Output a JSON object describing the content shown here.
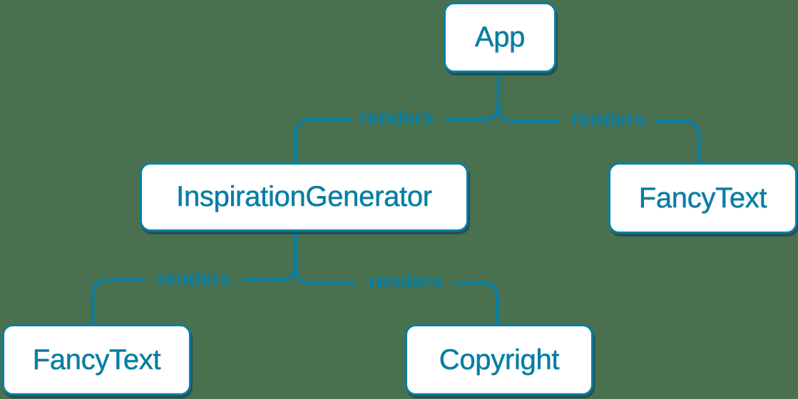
{
  "diagram": {
    "type": "render-tree",
    "colors": {
      "background": "#49704F",
      "accent": "#087EA4",
      "node_fill": "#FFFFFF",
      "node_shadow": "rgba(8, 58, 82, 0.55)"
    },
    "nodes": [
      {
        "id": "app",
        "label": "App"
      },
      {
        "id": "inspiration-generator",
        "label": "InspirationGenerator"
      },
      {
        "id": "fancy-text-right",
        "label": "FancyText"
      },
      {
        "id": "fancy-text-left",
        "label": "FancyText"
      },
      {
        "id": "copyright",
        "label": "Copyright"
      }
    ],
    "edges": [
      {
        "from": "App",
        "to": "InspirationGenerator",
        "label": "renders"
      },
      {
        "from": "App",
        "to": "FancyText",
        "label": "renders"
      },
      {
        "from": "InspirationGenerator",
        "to": "FancyText",
        "label": "renders"
      },
      {
        "from": "InspirationGenerator",
        "to": "Copyright",
        "label": "renders"
      }
    ]
  }
}
